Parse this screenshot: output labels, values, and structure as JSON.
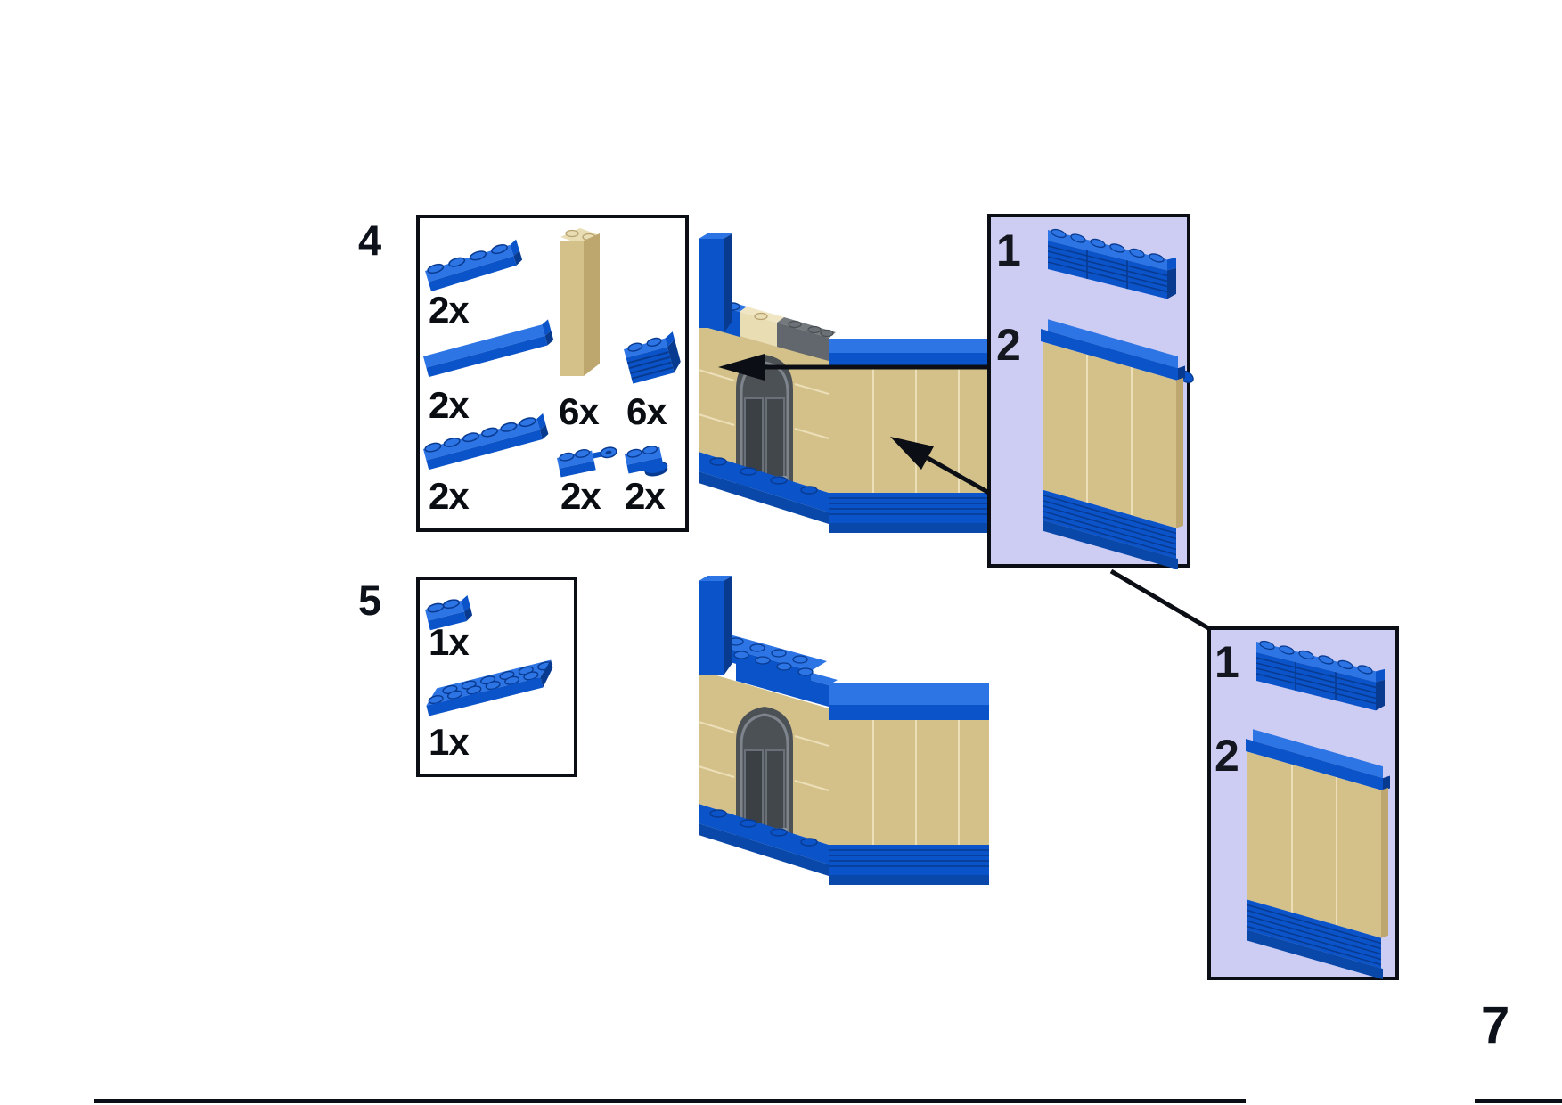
{
  "page_number": "7",
  "step4": {
    "label": "4",
    "parts": [
      {
        "name": "plate-1x4-blue",
        "count": "2x"
      },
      {
        "name": "tile-1x8-blue",
        "count": "2x"
      },
      {
        "name": "brick-1x2x5-tan",
        "count": "6x"
      },
      {
        "name": "masonry-brick-1x2-blue",
        "count": "6x"
      },
      {
        "name": "plate-1x6-blue",
        "count": "2x"
      },
      {
        "name": "plate-1x2-with-handle-blue",
        "count": "2x"
      },
      {
        "name": "plate-1x2-with-disc-blue",
        "count": "2x"
      }
    ]
  },
  "step5": {
    "label": "5",
    "parts": [
      {
        "name": "plate-1x2-blue",
        "count": "1x"
      },
      {
        "name": "plate-2x6-blue",
        "count": "1x"
      }
    ]
  },
  "callout_top": {
    "substeps": [
      {
        "label": "1",
        "content": "masonry-brick-row-blue"
      },
      {
        "label": "2",
        "content": "tan-wall-section-with-blue-cap-and-base"
      }
    ]
  },
  "callout_bottom": {
    "substeps": [
      {
        "label": "1",
        "content": "masonry-brick-row-blue"
      },
      {
        "label": "2",
        "content": "tan-wall-section-with-blue-cap-and-base"
      }
    ]
  },
  "annotations": [
    "arrow-left-icon",
    "arrow-up-left-icon",
    "connector-line"
  ],
  "colors": {
    "lego_blue": "#0b53c8",
    "lego_blue_top": "#2d74e4",
    "lego_blue_dark": "#083a90",
    "lego_blue_deep": "#0947a8",
    "tan": "#d4c18a",
    "tan_top": "#e9ddb4",
    "tan_dark": "#bda76e",
    "tan_line": "#ecdfb8",
    "gray_brick": "#61676c",
    "door_glass": "#4c5156",
    "callout_bg": "#cdcdf4",
    "line_black": "#0b0e14"
  }
}
